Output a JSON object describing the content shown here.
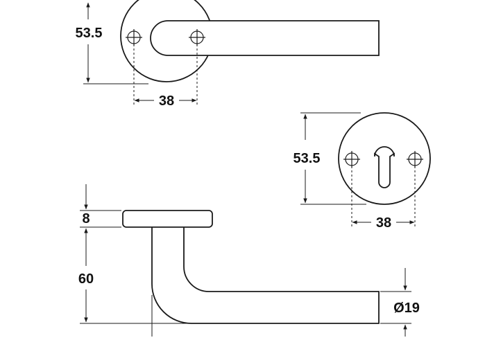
{
  "drawing": {
    "rose_view": {
      "height_label": "53.5",
      "hole_spacing_label": "38"
    },
    "escutcheon_view": {
      "height_label": "53.5",
      "hole_spacing_label": "38"
    },
    "side_view": {
      "rose_thickness_label": "8",
      "lever_projection_label": "60",
      "lever_diameter_label": "Ø19"
    }
  },
  "colors": {
    "line": "#1a1a1a",
    "background": "#ffffff"
  }
}
